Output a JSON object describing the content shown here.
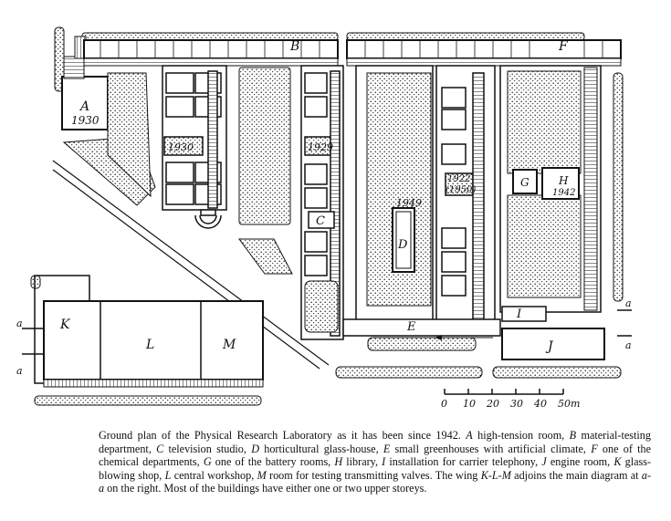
{
  "labels": {
    "A": "A",
    "A_year": "1930",
    "B": "B",
    "C": "C",
    "D": "D",
    "D_year": "1949",
    "E": "E",
    "F": "F",
    "G": "G",
    "H": "H",
    "H_year": "1942",
    "I": "I",
    "J": "J",
    "K": "K",
    "L": "L",
    "M": "M",
    "block_1930": "1930",
    "block_1929": "1929",
    "block_1922": "1922",
    "block_1950": "(1950)",
    "aa_top": "a",
    "aa_top2": "a",
    "aa_right1": "a",
    "aa_right2": "a"
  },
  "scale": {
    "ticks": [
      "0",
      "10",
      "20",
      "30",
      "40",
      "50m"
    ]
  },
  "caption": {
    "p1": "Ground plan of the Physical Research Laboratory as it has been since 1942.",
    "A": "A",
    "t_A": " high-tension room,",
    "B": "B",
    "t_B": " material-testing department,",
    "C": "C",
    "t_C": " television studio,",
    "D": "D",
    "t_D": " horticultural glass-house,",
    "E": "E",
    "t_E": " small greenhouses with artificial climate,",
    "F": "F",
    "t_F": " one of the chemical departments,",
    "G": "G",
    "t_G": " one of the battery rooms,",
    "H": "H",
    "t_H": " library,",
    "I": "I",
    "t_I": " installation for carrier telephony,",
    "J": "J",
    "t_J": " engine room,",
    "K": "K",
    "t_K": " glass-blowing shop,",
    "L": "L",
    "t_L": " central workshop,",
    "M": "M",
    "t_M": " room for testing transmitting valves. The wing",
    "KLM": "K-L-M",
    "t_KLM": " adjoins the main diagram at",
    "aa": "a-a",
    "t_end": " on the right. Most of the buildings have either one or two upper storeys."
  }
}
